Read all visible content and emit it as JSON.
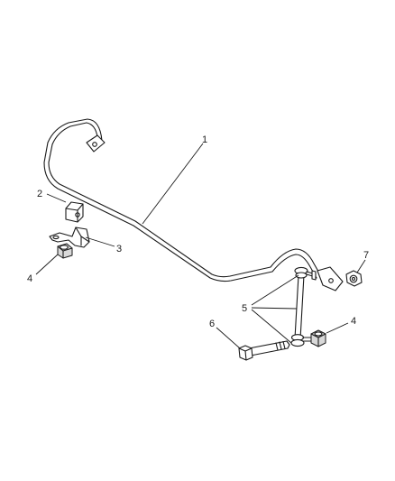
{
  "diagram": {
    "callouts": [
      {
        "id": "bar",
        "label": "1"
      },
      {
        "id": "bushing",
        "label": "2"
      },
      {
        "id": "bracket",
        "label": "3"
      },
      {
        "id": "nut-left",
        "label": "4"
      },
      {
        "id": "links",
        "label": "5"
      },
      {
        "id": "bolt",
        "label": "6"
      },
      {
        "id": "nut-top",
        "label": "7"
      },
      {
        "id": "nut-right",
        "label": "4"
      }
    ]
  }
}
